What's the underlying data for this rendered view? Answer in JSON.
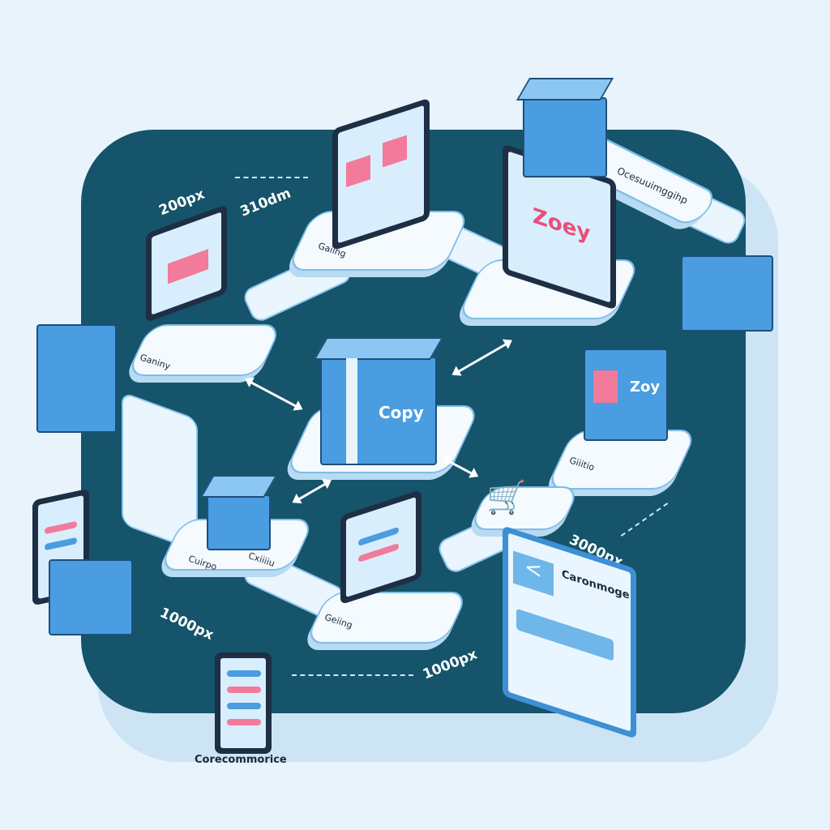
{
  "diagram": {
    "measurements": [
      "200px",
      "310dm",
      "3000px",
      "1000px",
      "1000px"
    ],
    "monitor_brand": "Zoey",
    "center_box_label": "Copy",
    "cart_label": "Zoy",
    "banner_label": "Ocesuuimggihp",
    "big_monitor_title": "Caronmoge",
    "footer_caption": "Corecommorice",
    "platform_labels": [
      "Gaiing",
      "Ganiny",
      "Cuirpo",
      "Cxiiiiu",
      "Giiitio",
      "Geiing"
    ]
  },
  "colors": {
    "board": "#15546a",
    "accent_blue": "#4a9de0",
    "pink": "#f27a9a",
    "background": "#e8f3fc"
  }
}
